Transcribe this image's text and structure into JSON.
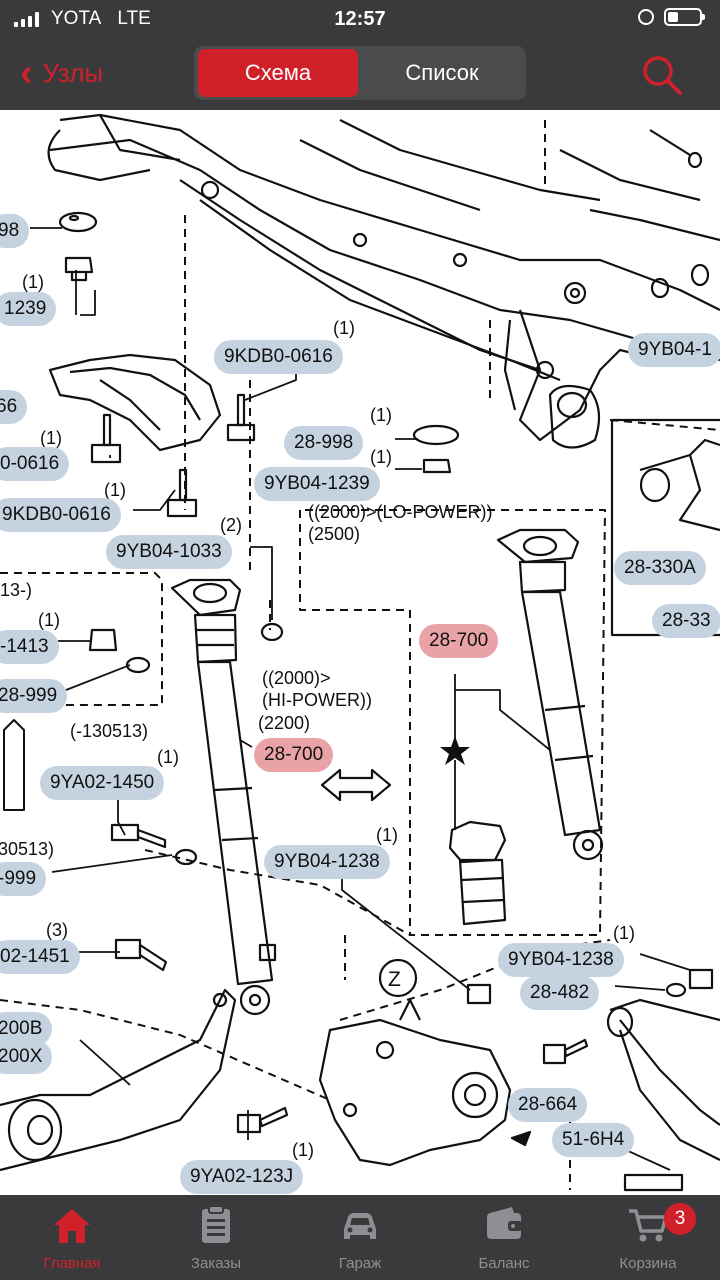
{
  "status_bar": {
    "carrier": "YOTA",
    "network": "LTE",
    "time": "12:57"
  },
  "nav": {
    "back_label": "Узлы",
    "segments": [
      "Схема",
      "Список"
    ],
    "active_segment": "Схема",
    "accent_color": "#d0202a"
  },
  "diagram": {
    "parts": [
      {
        "id": "p_28998_edge",
        "code": "98",
        "qty": ""
      },
      {
        "id": "p_1239_edge",
        "code": "1239",
        "qty": "(1)"
      },
      {
        "id": "p_9kdb_top",
        "code": "9KDB0-0616",
        "qty": "(1)"
      },
      {
        "id": "p_66_edge",
        "code": "66",
        "qty": ""
      },
      {
        "id": "p_0616_edge",
        "code": "0-0616",
        "qty": "(1)"
      },
      {
        "id": "p_9kdb_mid",
        "code": "9KDB0-0616",
        "qty": "(1)"
      },
      {
        "id": "p_9yb1033",
        "code": "9YB04-1033",
        "qty": "(2)"
      },
      {
        "id": "p_28998",
        "code": "28-998",
        "qty": "(1)"
      },
      {
        "id": "p_9yb1239",
        "code": "9YB04-1239",
        "qty": "(1)"
      },
      {
        "id": "p_9yb04_edge",
        "code": "9YB04-1",
        "qty": ""
      },
      {
        "id": "p_28330a",
        "code": "28-330A",
        "qty": ""
      },
      {
        "id": "p_2833_edge",
        "code": "28-33",
        "qty": ""
      },
      {
        "id": "p_1413",
        "code": "-1413",
        "qty": "(1)"
      },
      {
        "id": "p_28999_a",
        "code": "28-999",
        "qty": ""
      },
      {
        "id": "p_28700_left",
        "code": "28-700",
        "qty": "",
        "highlight": true
      },
      {
        "id": "p_28700_right",
        "code": "28-700",
        "qty": "",
        "highlight": true
      },
      {
        "id": "p_9ya1450",
        "code": "9YA02-1450",
        "qty": "(1)"
      },
      {
        "id": "p_999_edge",
        "code": "-999",
        "qty": ""
      },
      {
        "id": "p_9yb1238_a",
        "code": "9YB04-1238",
        "qty": "(1)"
      },
      {
        "id": "p_1451",
        "code": "02-1451",
        "qty": "(3)"
      },
      {
        "id": "p_9yb1238_b",
        "code": "9YB04-1238",
        "qty": "(1)"
      },
      {
        "id": "p_28482",
        "code": "28-482",
        "qty": ""
      },
      {
        "id": "p_200b",
        "code": "200B",
        "qty": ""
      },
      {
        "id": "p_200x",
        "code": "200X",
        "qty": ""
      },
      {
        "id": "p_28664",
        "code": "28-664",
        "qty": ""
      },
      {
        "id": "p_516h4",
        "code": "51-6H4",
        "qty": ""
      },
      {
        "id": "p_9ya123j",
        "code": "9YA02-123J",
        "qty": "(1)"
      }
    ],
    "notes": {
      "lo_power_1": "((2000)>(LO-POWER))",
      "lo_power_2": "(2500)",
      "hi_power_1": "((2000)>",
      "hi_power_2": "(HI-POWER))",
      "hi_power_3": "(2200)",
      "date_1": "(-130513)",
      "date_2": "13-)",
      "date_3": "30513)",
      "marker_z": "Z"
    }
  },
  "tabbar": {
    "tabs": [
      {
        "label": "Главная",
        "icon": "home-icon",
        "active": true
      },
      {
        "label": "Заказы",
        "icon": "clipboard-icon",
        "active": false
      },
      {
        "label": "Гараж",
        "icon": "car-icon",
        "active": false
      },
      {
        "label": "Баланс",
        "icon": "wallet-icon",
        "active": false
      },
      {
        "label": "Корзина",
        "icon": "cart-icon",
        "active": false
      }
    ],
    "cart_badge": "3"
  }
}
